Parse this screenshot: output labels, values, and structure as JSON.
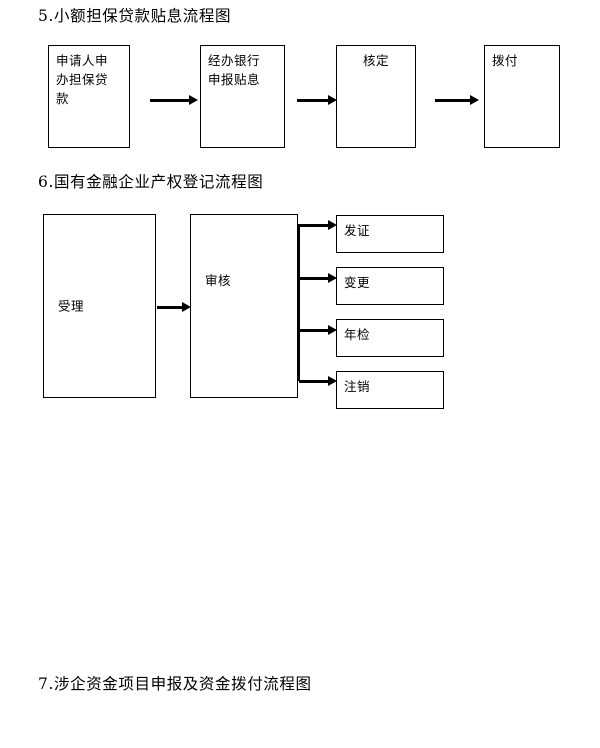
{
  "document": {
    "page_background": "#ffffff",
    "ink_color": "#000000"
  },
  "sections": [
    {
      "id": "section-5",
      "title": "5.小额担保贷款贴息流程图",
      "diagram_type": "linear-flowchart",
      "boxes": [
        {
          "label": "申请人申\n办担保贷\n款",
          "align": "top-left"
        },
        {
          "label": "经办银行\n申报贴息",
          "align": "top-left"
        },
        {
          "label": "核定",
          "align": "top-center"
        },
        {
          "label": "拨付",
          "align": "top-left"
        }
      ],
      "connectors": [
        {
          "from": "申请人申办担保贷款",
          "to": "经办银行申报贴息",
          "style": "solid-arrow"
        },
        {
          "from": "经办银行申报贴息",
          "to": "核定",
          "style": "solid-arrow"
        },
        {
          "from": "核定",
          "to": "拨付",
          "style": "solid-arrow"
        }
      ]
    },
    {
      "id": "section-6",
      "title": "6.国有金融企业产权登记流程图",
      "diagram_type": "fan-out-flowchart",
      "boxes": [
        {
          "label": "受理",
          "align": "middle-left"
        },
        {
          "label": "审核",
          "align": "custom-left"
        },
        {
          "label": "发证",
          "align": "top-left"
        },
        {
          "label": "变更",
          "align": "top-left"
        },
        {
          "label": "年检",
          "align": "top-left"
        },
        {
          "label": "注销",
          "align": "top-left"
        }
      ],
      "connectors": [
        {
          "from": "受理",
          "to": "审核",
          "style": "solid-arrow"
        },
        {
          "from": "审核",
          "to": "发证",
          "style": "solid-arrow"
        },
        {
          "from": "审核",
          "to": "变更",
          "style": "solid-arrow"
        },
        {
          "from": "审核",
          "to": "年检",
          "style": "solid-arrow"
        },
        {
          "from": "审核",
          "to": "注销",
          "style": "solid-arrow"
        }
      ]
    },
    {
      "id": "section-7",
      "title": "7.涉企资金项目申报及资金拨付流程图",
      "diagram_type": "none",
      "boxes": [],
      "connectors": []
    }
  ]
}
